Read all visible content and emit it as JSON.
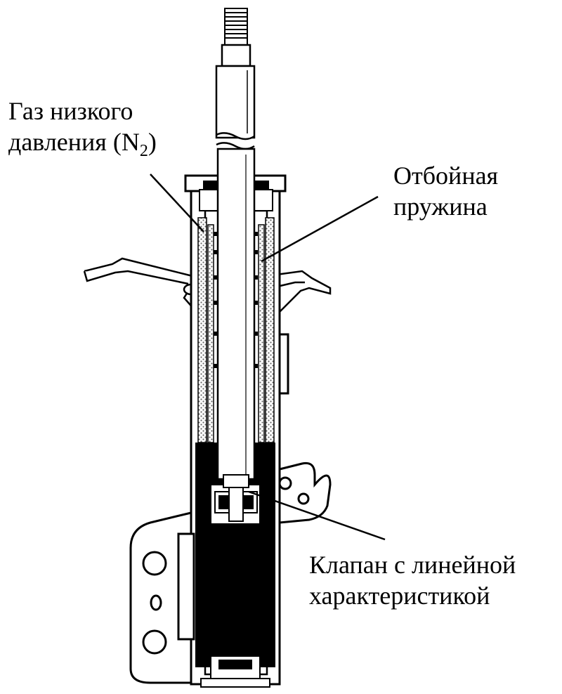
{
  "labels": {
    "gas": {
      "line1": "Газ низкого",
      "line2_main": "давления (N",
      "line2_sub": "2",
      "line2_end": ")"
    },
    "spring": {
      "line1": "Отбойная",
      "line2": "пружина"
    },
    "valve": {
      "line1": "Клапан с линейной",
      "line2": "характеристикой"
    }
  },
  "colors": {
    "ink": "#000000",
    "paper": "#ffffff",
    "hatch": "#8a8a8a"
  }
}
